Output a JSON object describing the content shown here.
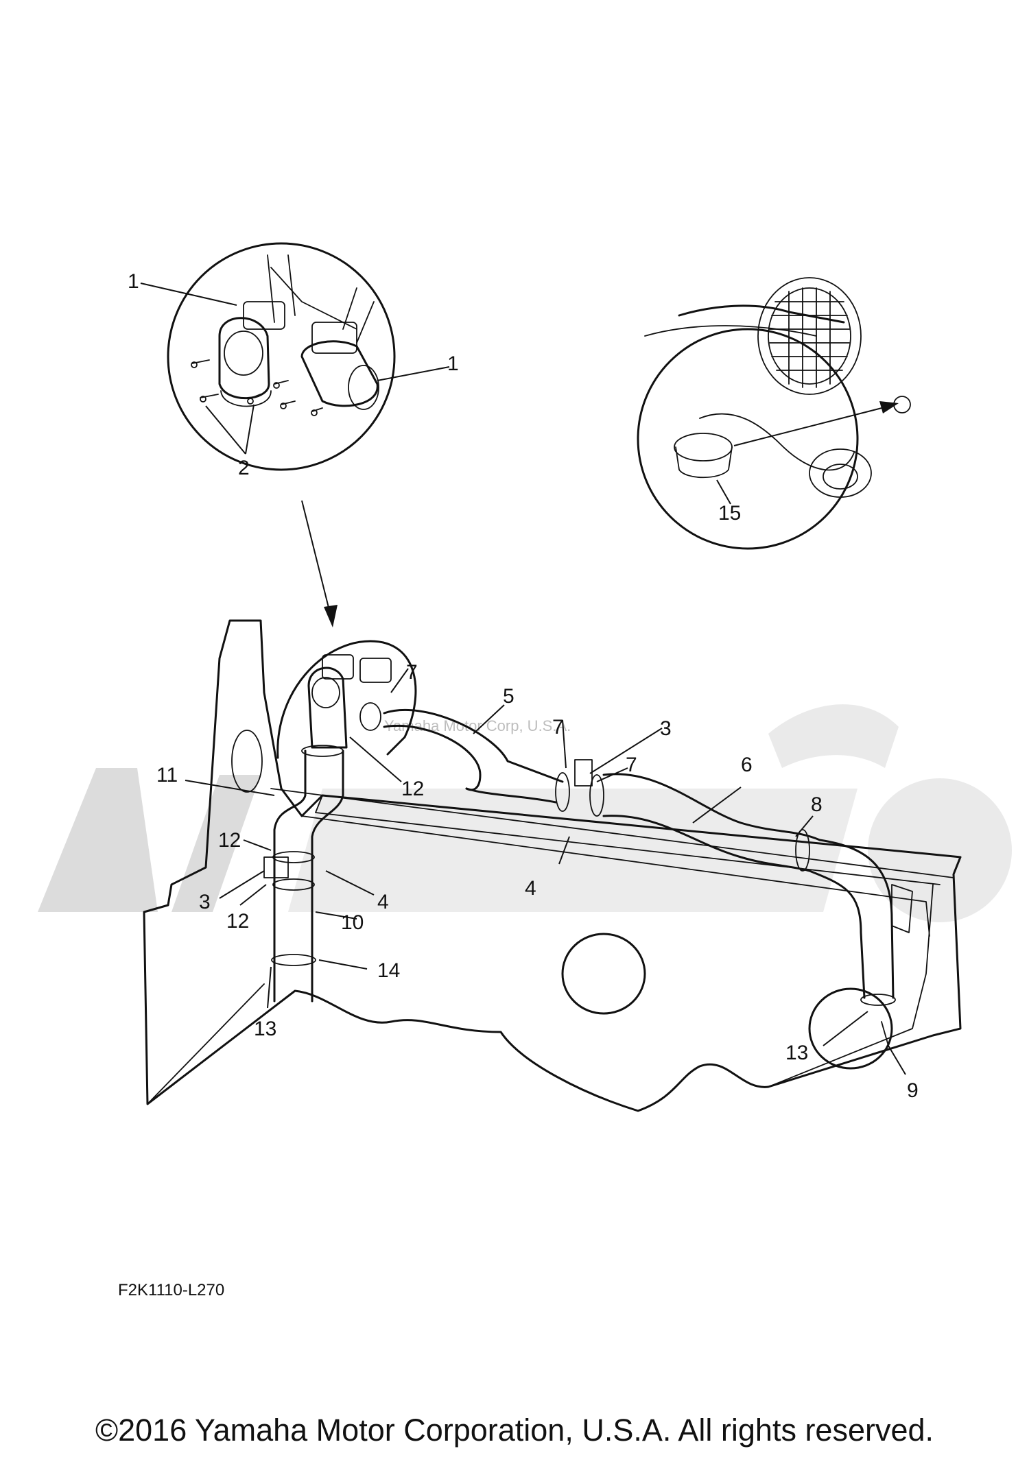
{
  "diagram": {
    "callouts": [
      "1",
      "1",
      "2",
      "15",
      "7",
      "5",
      "7",
      "3",
      "7",
      "6",
      "11",
      "12",
      "8",
      "12",
      "4",
      "3",
      "12",
      "4",
      "10",
      "14",
      "13",
      "13",
      "9"
    ],
    "watermark_text": "Yamaha Motor Corp, U.S.A."
  },
  "drawing_code": "F2K1110-L270",
  "copyright": "©2016 Yamaha Motor Corporation, U.S.A. All rights reserved."
}
